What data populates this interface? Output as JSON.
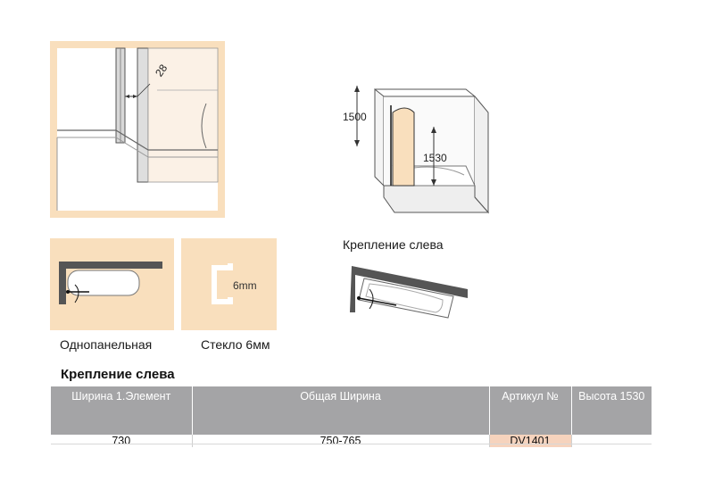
{
  "diagram": {
    "gap_label": "28",
    "height_left": "1500",
    "height_right": "1530",
    "glass_label": "6mm"
  },
  "captions": {
    "mount_left": "Крепление слева",
    "single_panel": "Однопанельная",
    "glass": "Стекло 6мм"
  },
  "section": {
    "title": "Крепление слева"
  },
  "table": {
    "headers": [
      "Ширина 1.Элемент",
      "Общая Ширина",
      "Артикул №",
      "Высота 1530"
    ],
    "rows": [
      [
        "730",
        "750-765",
        "DV1401",
        ""
      ]
    ]
  },
  "colors": {
    "panel_bg": "#f9dfbd",
    "header_bg": "#a4a4a6",
    "sku_highlight": "#f6d3bd"
  }
}
